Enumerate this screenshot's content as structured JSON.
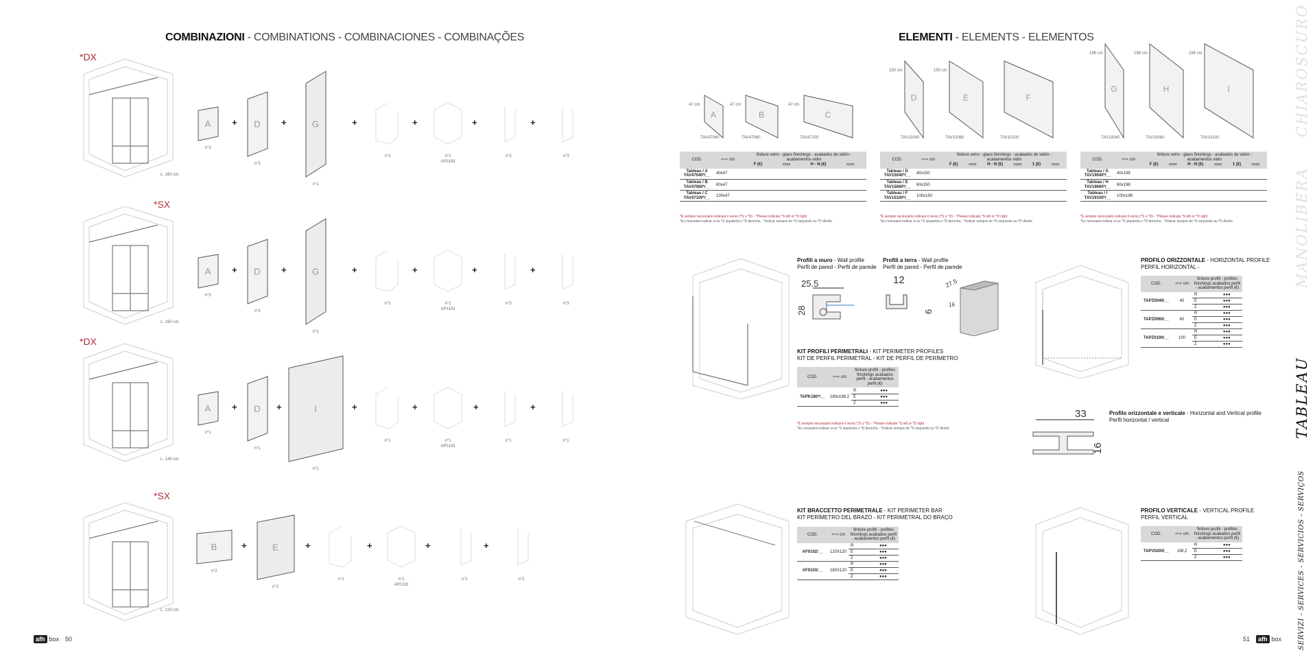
{
  "left": {
    "title_main": "COMBINAZIONI",
    "title_sub": " - COMBINATIONS - COMBINACIONES - COMBINAÇÕES",
    "rows": [
      {
        "tag": "*DX",
        "length": "L. 160 cm",
        "panels": [
          {
            "letter": "A",
            "qty": "n°3"
          },
          {
            "letter": "D",
            "qty": "n°3"
          },
          {
            "letter": "G",
            "qty": "n°1"
          }
        ],
        "parts": [
          {
            "qty": "n°1",
            "code": ""
          },
          {
            "qty": "n°1",
            "code": "AF0103"
          },
          {
            "qty": "n°3",
            "code": ""
          },
          {
            "qty": "n°3",
            "code": ""
          }
        ]
      },
      {
        "tag": "*SX",
        "length": "L. 160 cm",
        "panels": [
          {
            "letter": "A",
            "qty": "n°3"
          },
          {
            "letter": "D",
            "qty": "n°3"
          },
          {
            "letter": "G",
            "qty": "n°1"
          }
        ],
        "parts": [
          {
            "qty": "n°1",
            "code": ""
          },
          {
            "qty": "n°1",
            "code": "AF0103"
          },
          {
            "qty": "n°3",
            "code": ""
          },
          {
            "qty": "n°3",
            "code": ""
          }
        ]
      },
      {
        "tag": "*DX",
        "length": "L. 140 cm",
        "panels": [
          {
            "letter": "A",
            "qty": "n°1"
          },
          {
            "letter": "D",
            "qty": "n°1"
          },
          {
            "letter": "I",
            "qty": "n°1"
          }
        ],
        "parts": [
          {
            "qty": "n°1",
            "code": ""
          },
          {
            "qty": "n°1",
            "code": "AF0103"
          },
          {
            "qty": "n°1",
            "code": ""
          },
          {
            "qty": "n°1",
            "code": ""
          }
        ]
      },
      {
        "tag": "*SX",
        "length": "L. 120 cm",
        "panels": [
          {
            "letter": "B",
            "qty": "n°2"
          },
          {
            "letter": "E",
            "qty": "n°2"
          }
        ],
        "parts": [
          {
            "qty": "n°1",
            "code": ""
          },
          {
            "qty": "n°1",
            "code": "AF0102"
          },
          {
            "qty": "n°1",
            "code": ""
          },
          {
            "qty": "n°2",
            "code": ""
          }
        ]
      }
    ],
    "page_number": "50",
    "logo": "afh",
    "logo_box": "box"
  },
  "right": {
    "title_main": "ELEMENTI",
    "title_sub": " - ELEMENTS - ELEMENTOS",
    "glass_groups": [
      {
        "panels": [
          {
            "letter": "A",
            "dim": "47 cm",
            "code": "TAV47040"
          },
          {
            "letter": "B",
            "dim": "47 cm",
            "code": "TAV47060"
          },
          {
            "letter": "C",
            "dim": "47 cm",
            "code": "TAV47100"
          }
        ],
        "header": [
          "COD.",
          "cm",
          "finiture vetro - glass finishings - acabados de vidrio - acabamentos vidro",
          "F (€)",
          "H - N (€)"
        ],
        "rows": [
          {
            "code": "Tableau / A TAV47040*/__",
            "size": "40x47"
          },
          {
            "code": "Tableau / B TAV47060*/__",
            "size": "60x47"
          },
          {
            "code": "Tableau / C TAV47100*/__",
            "size": "100x47"
          }
        ]
      },
      {
        "panels": [
          {
            "letter": "D",
            "dim": "150 cm",
            "code": "TAV15040"
          },
          {
            "letter": "E",
            "dim": "150 cm",
            "code": "TAV15060"
          },
          {
            "letter": "F",
            "dim": "",
            "code": "TAV15100"
          }
        ],
        "header": [
          "COD.",
          "cm",
          "finiture vetro - glass finishings - acabados de vidrio - acabamentos vidro",
          "F (€)",
          "H - N (€)",
          "1 (€)"
        ],
        "rows": [
          {
            "code": "Tableau / D TAV15040*/__",
            "size": "40x150"
          },
          {
            "code": "Tableau / E TAV15060*/__",
            "size": "60x150"
          },
          {
            "code": "Tableau / F TAV15100*/__",
            "size": "100x150"
          }
        ]
      },
      {
        "panels": [
          {
            "letter": "G",
            "dim": "198 cm",
            "code": "TAV19040"
          },
          {
            "letter": "H",
            "dim": "198 cm",
            "code": "TAV19060"
          },
          {
            "letter": "I",
            "dim": "198 cm",
            "code": "TAV19100"
          }
        ],
        "header": [
          "COD.",
          "cm",
          "finiture vetro - glass finishings - acabados de vidrio - acabamentos vidro",
          "F (€)",
          "H - N (€)",
          "1 (€)"
        ],
        "rows": [
          {
            "code": "Tableau / G TAV19040*/__",
            "size": "40x198"
          },
          {
            "code": "Tableau / H TAV19060*/__",
            "size": "60x198"
          },
          {
            "code": "Tableau / I TAV19100*/__",
            "size": "100x198"
          }
        ]
      }
    ],
    "note_line1": "*È sempre necessario indicare il verso (*S o *D) - *Please indicate *S left or *D right",
    "note_line2": "*Es necesario indicar si es *S izquierda o *D derecha - *Indicar sempre de *S esquerdo ou *D direito",
    "wall_profile": {
      "title_b": "Profili a muro",
      "title": " - Wall profile",
      "title2": "Perfil de pared - Perfil de parede",
      "dim_w": "25.5",
      "dim_h": "28"
    },
    "floor_profile": {
      "title_b": "Profili a terra",
      "title": " - Wall profile",
      "title2": "Perfil de pared - Perfil de parede",
      "dim_w": "12",
      "dim_h": "6",
      "dim_a": "27.5",
      "dim_b": "16"
    },
    "kit_perimeter": {
      "title_b": "KIT PROFILI PERIMETRALI",
      "title": " - KIT PERIMETER PROFILES",
      "title2": "KIT DE PERFIL PERIMETRAL - KIT DE PERFIL DE PERÍMETRO",
      "header": [
        "COD.",
        "cm",
        "finiture profili - profiles finishings acabados perfil - acabamentos perfil (€)"
      ],
      "rows": [
        {
          "code": "TAPK180*/__",
          "size": "180x198,2",
          "finishes": [
            "R",
            "E",
            "Z"
          ],
          "price": "●●●"
        }
      ]
    },
    "horizontal": {
      "title_b": "PROFILO ORIZZONTALE",
      "title": " - HORIZONTAL PROFILE",
      "title2": "PERFIL HORIZONTAL -",
      "header": [
        "COD.",
        "cm",
        "finiture profili - profiles finishings acabados perfil - acabamentos perfil (€)"
      ],
      "rows": [
        {
          "code": "TAPZ0040/__",
          "size": "40",
          "finishes": [
            "R",
            "E",
            "Z"
          ],
          "price": "●●●"
        },
        {
          "code": "TAPZ0060/__",
          "size": "60",
          "finishes": [
            "R",
            "E",
            "Z"
          ],
          "price": "●●●"
        },
        {
          "code": "TAPZ0100/__",
          "size": "100",
          "finishes": [
            "R",
            "E",
            "Z"
          ],
          "price": "●●●"
        }
      ]
    },
    "hv_profile": {
      "title_b": "Profilo orizzontale e verticale",
      "title": " - Horizontal and Vertical profile",
      "title2": "Perfil horizontal / vertical",
      "dim_w": "33",
      "dim_h": "16"
    },
    "kit_bar": {
      "title_b": "KIT BRACCETTO PERIMETRALE",
      "title": " - KIT PERIMETER BAR",
      "title2": "KIT PERÍMETRO DEL BRAZO - KIT PERIMETRAL DO BRAÇO",
      "header": [
        "COD.",
        "cm",
        "finiture profili - profiles finishings acabados perfil - acabamentos perfil (€)"
      ],
      "rows": [
        {
          "code": "AF0102/__",
          "size": "120X120",
          "finishes": [
            "R",
            "E",
            "Z"
          ],
          "price": "●●●"
        },
        {
          "code": "AF0103/__",
          "size": "180X120",
          "finishes": [
            "R",
            "E",
            "Z"
          ],
          "price": "●●●"
        }
      ]
    },
    "vertical": {
      "title_b": "PROFILO VERTICALE",
      "title": " - VERTICAL PROFILE",
      "title2": "PERFIL VERTICAL",
      "header": [
        "COD.",
        "cm",
        "finiture profili - profiles finishings acabados perfil - acabamentos perfil (€)"
      ],
      "rows": [
        {
          "code": "TAPV0200/__",
          "size": "198,2",
          "finishes": [
            "R",
            "E",
            "Z"
          ],
          "price": "●●●"
        }
      ]
    },
    "page_number": "51",
    "logo": "afh",
    "logo_box": "box"
  },
  "side_tabs": [
    "CHIAROSCURO",
    "MANOLIBERA",
    "TABLEAU",
    "SERVIZI - SERVICES - SERVICIOS - SERVIÇOS"
  ]
}
